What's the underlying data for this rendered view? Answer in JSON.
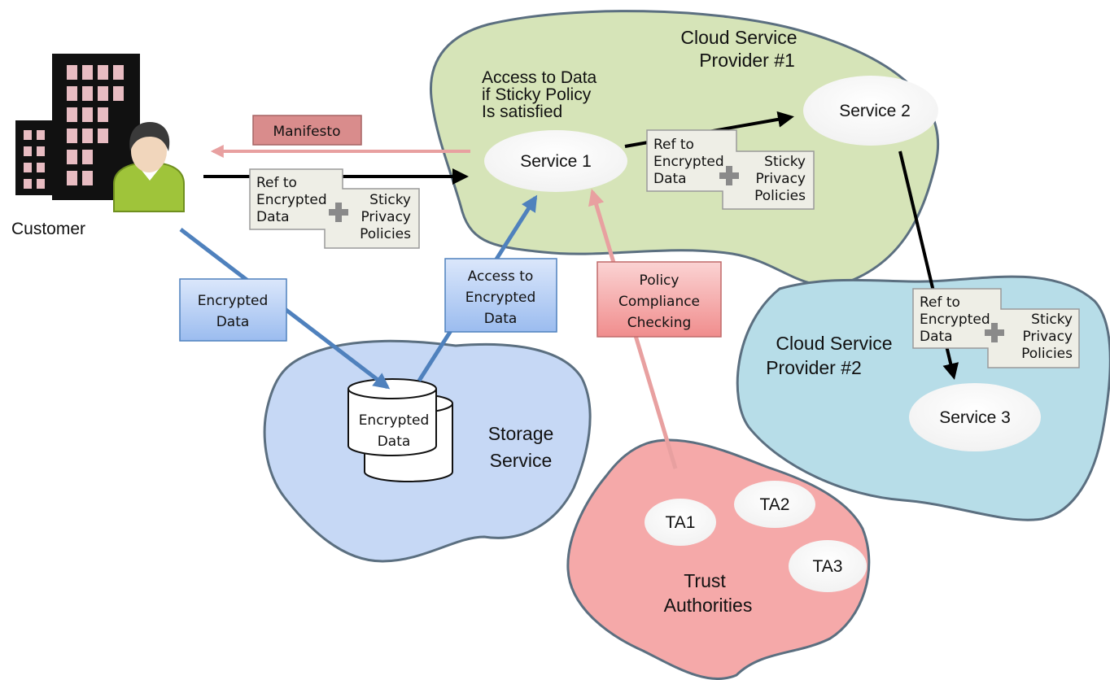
{
  "customer": {
    "label": "Customer"
  },
  "cloud1": {
    "title_line1": "Cloud Service",
    "title_line2": "Provider #1"
  },
  "cloud2": {
    "title_line1": "Cloud Service",
    "title_line2": "Provider #2"
  },
  "access_note": {
    "line1": "Access to Data",
    "line2": "if Sticky Policy",
    "line3": "Is satisfied"
  },
  "services": {
    "s1": "Service 1",
    "s2": "Service 2",
    "s3": "Service 3"
  },
  "manifesto": {
    "label": "Manifesto"
  },
  "sticky": {
    "left1": "Ref to",
    "left2": "Encrypted",
    "left3": "Data",
    "right1": "Sticky",
    "right2": "Privacy",
    "right3": "Policies"
  },
  "encrypted_data_box": {
    "line1": "Encrypted",
    "line2": "Data"
  },
  "access_encrypted_box": {
    "line1": "Access to",
    "line2": "Encrypted",
    "line3": "Data"
  },
  "policy_box": {
    "line1": "Policy",
    "line2": "Compliance",
    "line3": "Checking"
  },
  "storage": {
    "db_line1": "Encrypted",
    "db_line2": "Data",
    "label_line1": "Storage",
    "label_line2": "Service"
  },
  "trust": {
    "ta1": "TA1",
    "ta2": "TA2",
    "ta3": "TA3",
    "label_line1": "Trust",
    "label_line2": "Authorities"
  },
  "colors": {
    "cloud1": "#d6e4b8",
    "cloud2": "#b7dde8",
    "storage": "#c6d8f5",
    "trust": "#f5a9a9",
    "blue_arrow": "#4f81bd",
    "pink_arrow": "#e8a0a0",
    "sticky_fill": "#eeeee6"
  }
}
